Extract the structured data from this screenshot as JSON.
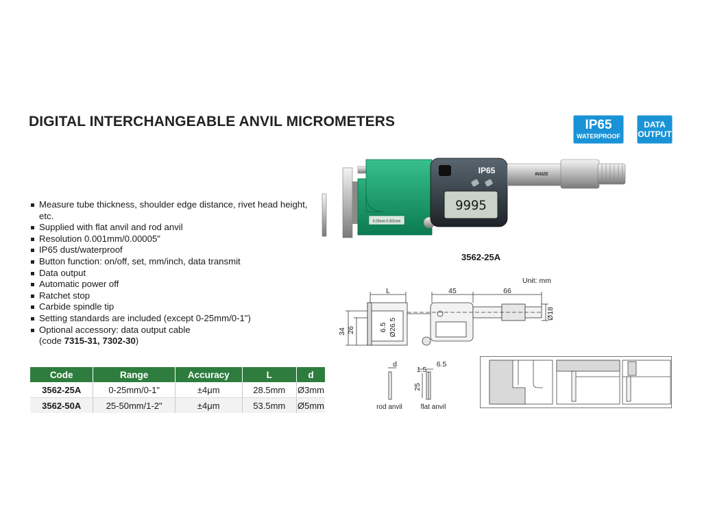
{
  "header": {
    "title": "DIGITAL INTERCHANGEABLE ANVIL MICROMETERS",
    "badge_ip_main": "IP65",
    "badge_ip_sub": "WATERPROOF",
    "badge_data_line1": "DATA",
    "badge_data_line2": "OUTPUT"
  },
  "features": [
    "Measure tube thickness, shoulder edge distance, rivet head height, etc.",
    "Supplied with flat anvil and rod anvil",
    "Resolution 0.001mm/0.00005\"",
    "IP65 dust/waterproof",
    "Button function: on/off, set, mm/inch, data transmit",
    "Data output",
    "Automatic power off",
    "Ratchet stop",
    "Carbide spindle tip",
    "Setting standards are included (except 0-25mm/0-1\")"
  ],
  "accessory": {
    "line1": "Optional accessory: data output cable",
    "prefix": "(code ",
    "codes": "7315-31, 7302-30",
    "suffix": ")"
  },
  "product": {
    "model": "3562-25A",
    "display_value": "9995",
    "ip_label": "IP65",
    "brand": "INSIZE",
    "frame_marking": "0-25mm 0.001mm"
  },
  "drawing": {
    "unit": "Unit: mm",
    "dim_L": "L",
    "dim_45": "45",
    "dim_66": "66",
    "dim_34": "34",
    "dim_26": "26",
    "dim_6_5": "6.5",
    "dim_d26_5": "Ø26.5",
    "dim_d18": "Ø18",
    "dim_d": "d",
    "dim_1_5": "1.5",
    "dim_6_5b": "6.5",
    "dim_25": "25",
    "rod_anvil": "rod anvil",
    "flat_anvil": "flat anvil"
  },
  "table": {
    "headers": [
      "Code",
      "Range",
      "Accuracy",
      "L",
      "d"
    ],
    "rows": [
      [
        "3562-25A",
        "0-25mm/0-1\"",
        "±4μm",
        "28.5mm",
        "Ø3mm"
      ],
      [
        "3562-50A",
        "25-50mm/1-2\"",
        "±4μm",
        "53.5mm",
        "Ø5mm"
      ]
    ]
  },
  "colors": {
    "badge_blue": "#1a93d6",
    "table_header_green": "#2e7d3e",
    "body_green": "#149b6a"
  }
}
